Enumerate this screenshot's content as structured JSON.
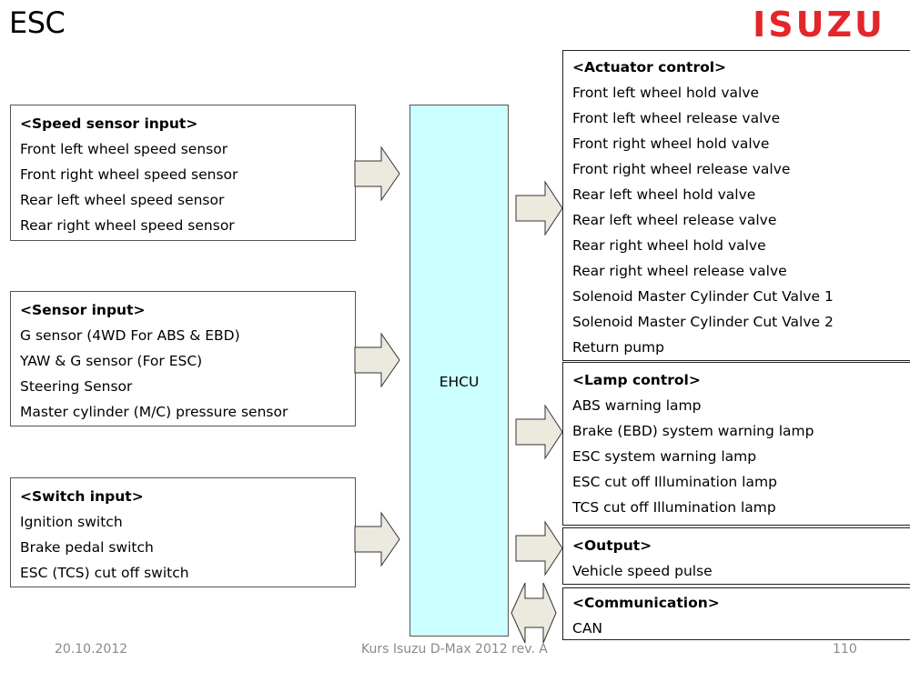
{
  "slide": {
    "title": "ESC",
    "logo_text": "ISUZU",
    "brand_color": "#e3262a",
    "footer": {
      "date": "20.10.2012",
      "course": "Kurs Isuzu D-Max 2012 rev. A",
      "page": "110"
    }
  },
  "inputs": [
    {
      "heading": "<Speed sensor input>",
      "items": [
        "Front left wheel speed sensor",
        "Front right wheel speed sensor",
        "Rear left wheel speed sensor",
        "Rear right wheel speed sensor"
      ]
    },
    {
      "heading": "<Sensor input>",
      "items": [
        "G sensor (4WD For ABS & EBD)",
        "YAW & G sensor (For ESC)",
        "Steering Sensor",
        "Master cylinder (M/C) pressure sensor"
      ]
    },
    {
      "heading": "<Switch input>",
      "items": [
        "Ignition switch",
        "Brake  pedal switch",
        "ESC (TCS) cut off switch"
      ]
    }
  ],
  "controller": {
    "label": "EHCU",
    "fill_color": "#ccffff"
  },
  "outputs": [
    {
      "heading": "<Actuator control>",
      "items": [
        "Front left wheel hold valve",
        "Front left wheel release valve",
        "Front right wheel hold valve",
        "Front right wheel release valve",
        "Rear left wheel hold  valve",
        "Rear left wheel release valve",
        "Rear right wheel hold  valve",
        "Rear right wheel release valve",
        "Solenoid Master Cylinder Cut Valve 1",
        "Solenoid Master Cylinder Cut Valve 2",
        "Return pump"
      ]
    },
    {
      "heading": "<Lamp control>",
      "items": [
        "ABS warning lamp",
        "Brake (EBD) system warning lamp",
        "ESC system warning lamp",
        "ESC cut off Illumination lamp",
        "TCS cut off Illumination lamp"
      ]
    },
    {
      "heading": "<Output>",
      "items": [
        "Vehicle speed pulse"
      ]
    },
    {
      "heading": "<Communication>",
      "items": [
        "CAN"
      ]
    }
  ]
}
